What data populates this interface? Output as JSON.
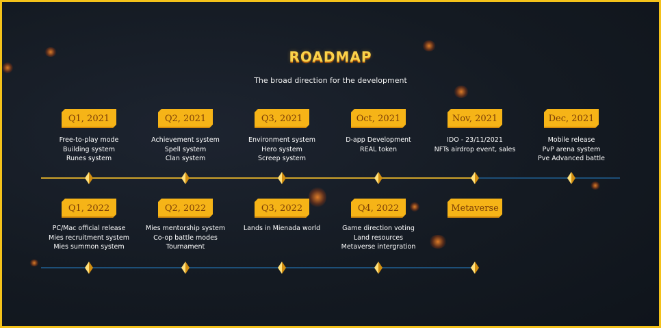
{
  "header": {
    "title": "ROADMAP",
    "subtitle": "The broad direction for the development"
  },
  "colors": {
    "accent": "#f6b417",
    "title": "#fbd34a",
    "badge_text": "#7a3d07",
    "line_done": "#d1a52a",
    "line_pending": "#1d4f78",
    "frame": "#f4c21a"
  },
  "row1": [
    {
      "label": "Q1, 2021",
      "items": [
        "Free-to-play mode",
        "Building system",
        "Runes system"
      ]
    },
    {
      "label": "Q2, 2021",
      "items": [
        "Achievement system",
        "Spell system",
        "Clan system"
      ]
    },
    {
      "label": "Q3, 2021",
      "items": [
        "Environment system",
        "Hero system",
        "Screep system"
      ]
    },
    {
      "label": "Oct, 2021",
      "items": [
        "D-app Development",
        "REAL token"
      ]
    },
    {
      "label": "Nov, 2021",
      "items": [
        "IDO - 23/11/2021",
        "NFTs airdrop event, sales"
      ]
    },
    {
      "label": "Dec, 2021",
      "items": [
        "Mobile release",
        "PvP arena system",
        "Pve Advanced battle"
      ]
    }
  ],
  "row2": [
    {
      "label": "Q1, 2022",
      "items": [
        "PC/Mac official release",
        "Mies recruitment system",
        "Mies summon system"
      ]
    },
    {
      "label": "Q2, 2022",
      "items": [
        "Mies mentorship system",
        "Co-op battle modes",
        "Tournament"
      ]
    },
    {
      "label": "Q3, 2022",
      "items": [
        "Lands in Mienada world"
      ]
    },
    {
      "label": "Q4, 2022",
      "items": [
        "Game direction voting",
        "Land resources",
        "Metaverse intergration"
      ]
    },
    {
      "label": "Metaverse",
      "items": []
    }
  ]
}
